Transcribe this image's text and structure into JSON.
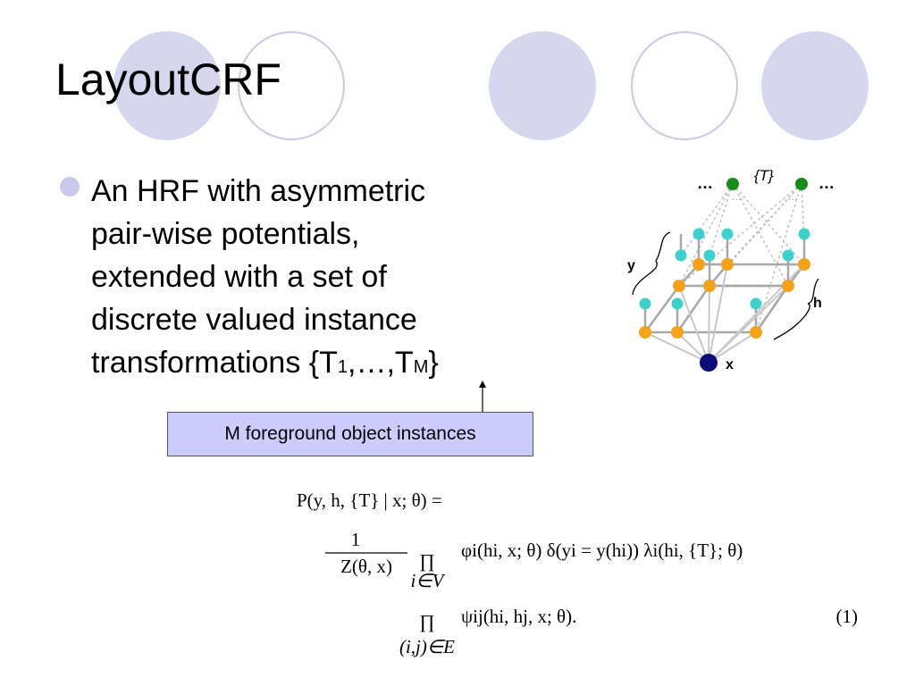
{
  "slide": {
    "title": "LayoutCRF",
    "bullet": {
      "lines": [
        "An HRF with asymmetric",
        "pair-wise potentials,",
        "extended with a set of",
        "discrete valued instance"
      ],
      "last_line_prefix": "transformations {T",
      "sub_first": "1",
      "last_line_mid": ",…,T",
      "sub_last": "M",
      "last_line_suffix": "}"
    },
    "callout": "M foreground object instances",
    "colors": {
      "accent_circle": "#d6d6ef",
      "callout_bg": "#ccccff",
      "bullet": "#c9c9ee"
    }
  },
  "diagram": {
    "ellipsis_left": "…",
    "ellipsis_right": "…",
    "ellipsis_small": "…",
    "set_label": "{T}",
    "y_label": "y",
    "h_label": "h",
    "x_label": "x",
    "colors": {
      "transform_node": "#1a8a1a",
      "label_node": "#3fd0cc",
      "hidden_node": "#f5a21b",
      "observed_node": "#0b0b7a"
    }
  },
  "equation": {
    "line1": "P(y, h, {T} | x; θ) =",
    "numerator": "1",
    "denominator": "Z(θ, x)",
    "prod_symbol": "∏",
    "prod1_sub": "i∈V",
    "line2_terms": "φi(hi, x; θ) δ(yi = y(hi)) λi(hi, {T}; θ)",
    "prod2_sub": "(i,j)∈E",
    "line3_terms": "ψij(hi, hj, x; θ).",
    "eq_number": "(1)"
  }
}
